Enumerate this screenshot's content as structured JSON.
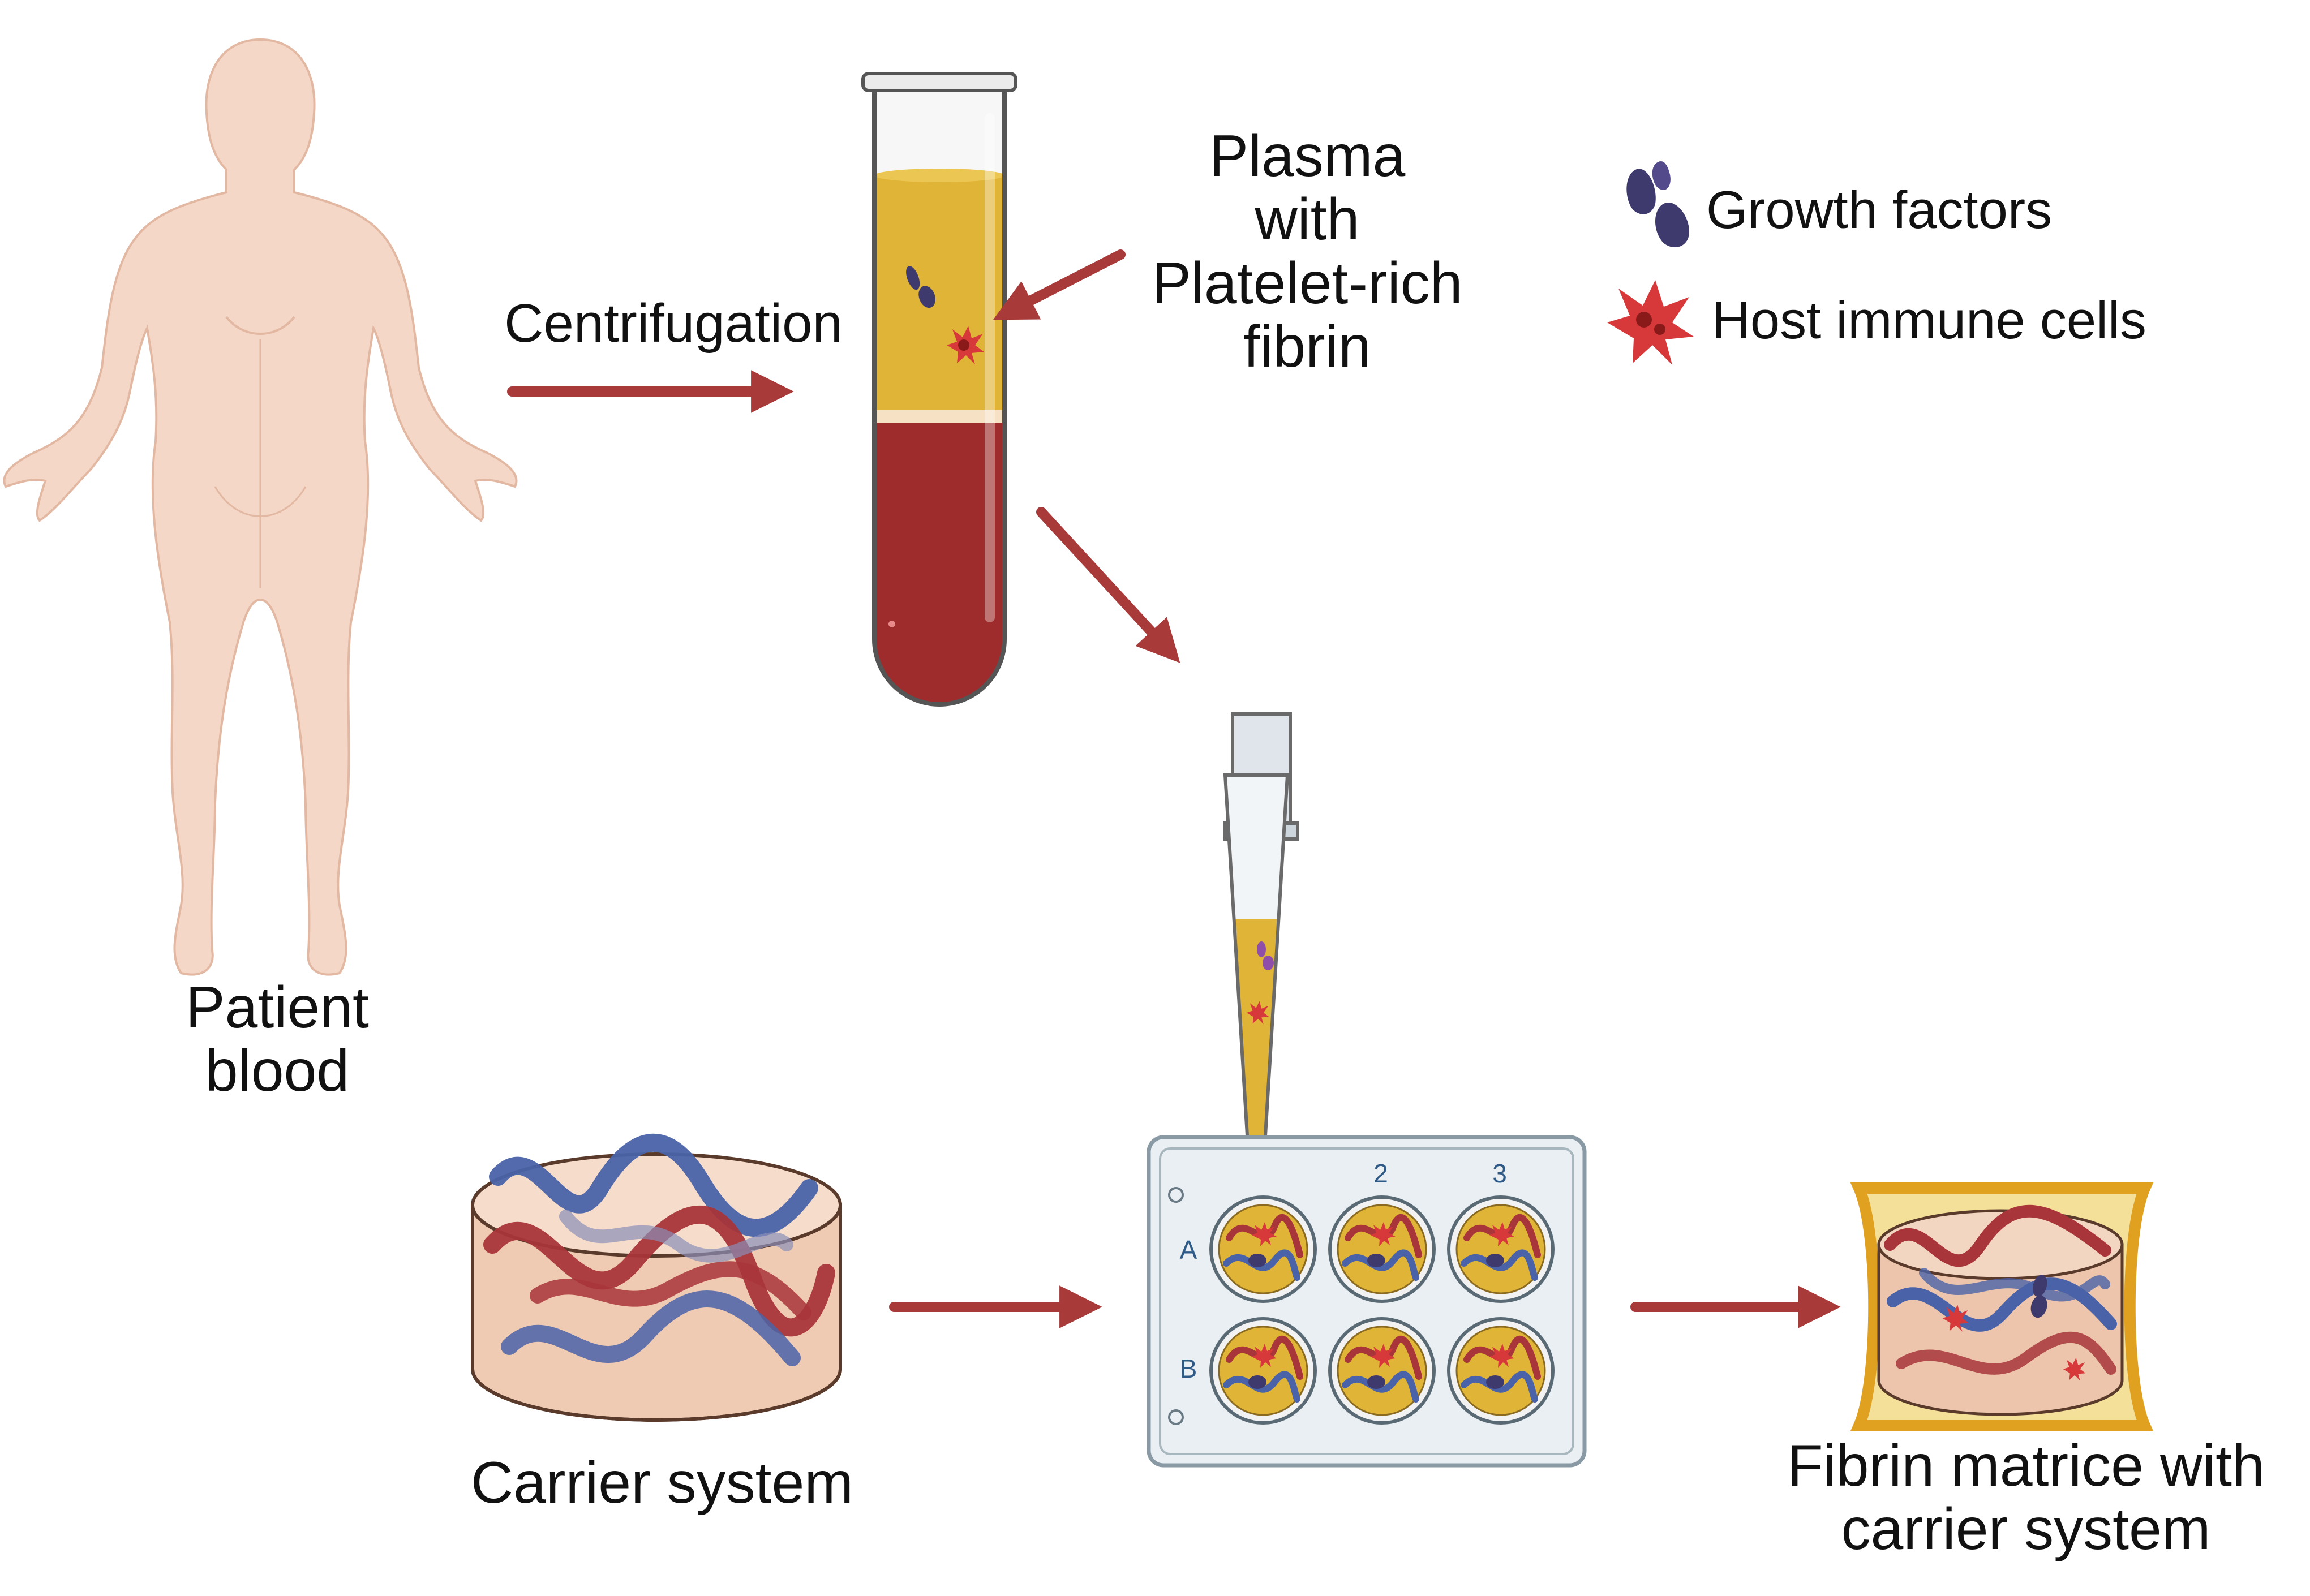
{
  "labels": {
    "centrifugation": "Centrifugation",
    "plasma_line1": "Plasma",
    "plasma_line2": "with",
    "plasma_line3": "Platelet-rich",
    "plasma_line4": "fibrin",
    "patient_line1": "Patient",
    "patient_line2": "blood",
    "carrier": "Carrier system",
    "fibrin_line1": "Fibrin matrice with",
    "fibrin_line2": "carrier system"
  },
  "legend": {
    "growth_factors": "Growth factors",
    "immune_cells": "Host immune cells"
  },
  "plate": {
    "columns": [
      "2",
      "3"
    ],
    "rows": [
      "A",
      "B"
    ]
  },
  "colors": {
    "arrow": "#a83a3a",
    "skin": "#f4d7c6",
    "plasma": "#e0b436",
    "blood": "#9e2c2c",
    "growth_factor": "#3f3a6e",
    "immune_cell": "#d7393a",
    "fiber_red": "#a8353a",
    "fiber_blue": "#4a63a8",
    "plate": "#dfe7ec"
  }
}
